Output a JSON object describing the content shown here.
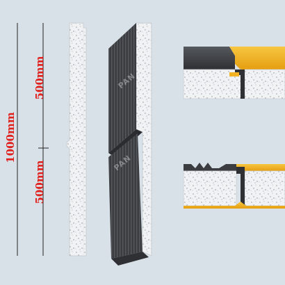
{
  "dimensions": {
    "total": "1000mm",
    "upper": "500mm",
    "lower": "500mm"
  },
  "watermark": "PAN",
  "colors": {
    "background": "#d9e1e8",
    "label": "#e0201c",
    "panel_dark": "#3a3c40",
    "core_foam": "#f1f2f3",
    "joint_yellow": "#f2b223"
  }
}
